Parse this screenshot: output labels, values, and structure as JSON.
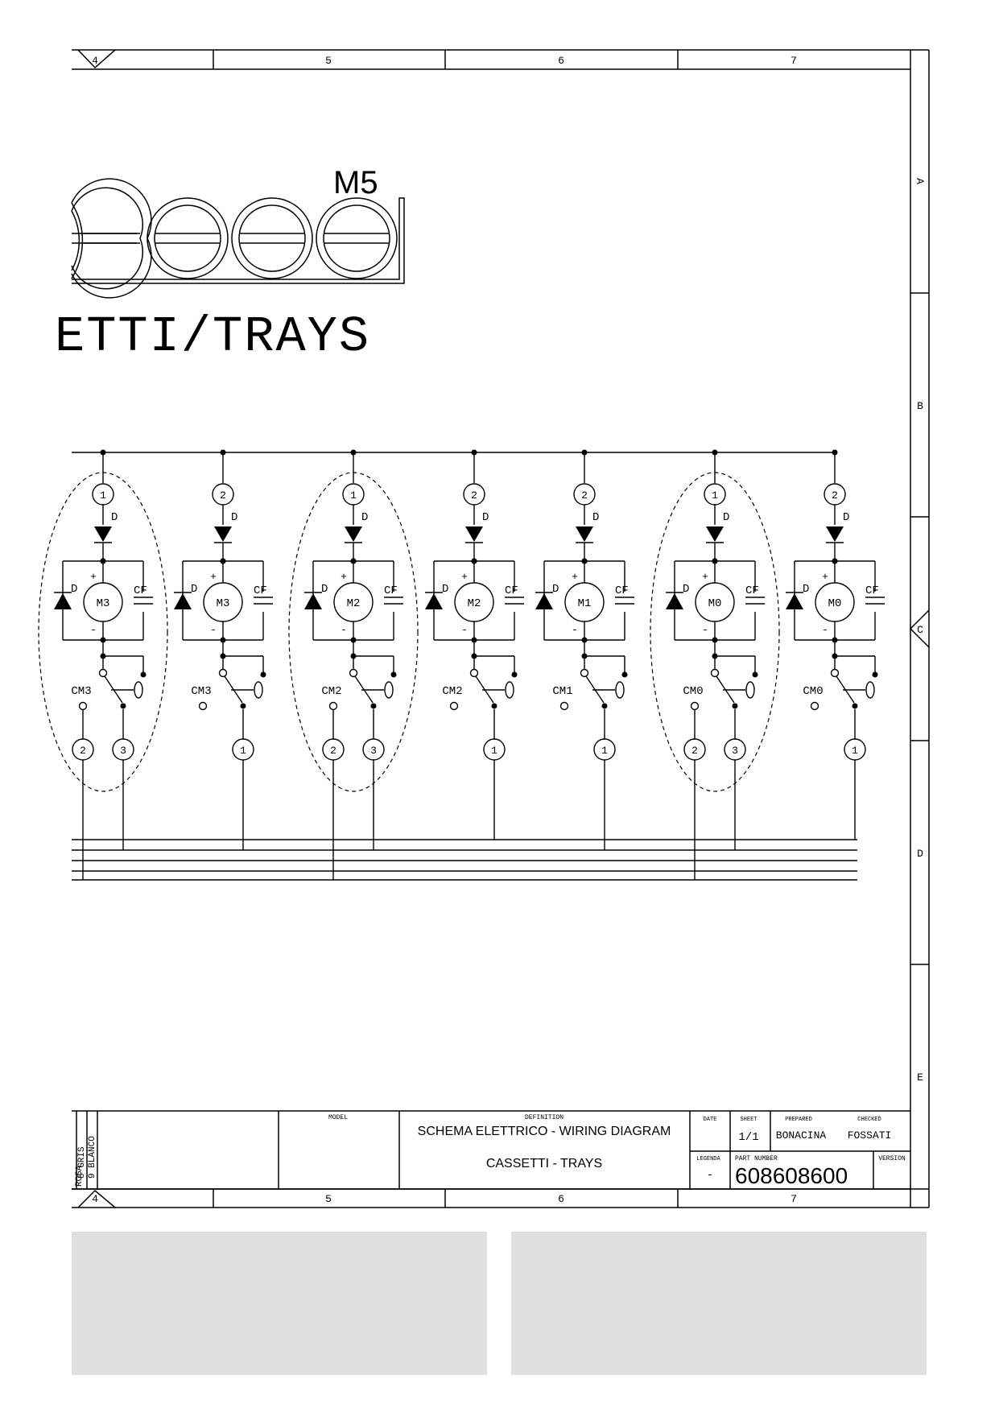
{
  "frame": {
    "col_labels": [
      "4",
      "5",
      "6",
      "7"
    ],
    "row_labels": [
      "A",
      "B",
      "C",
      "D",
      "E"
    ]
  },
  "drawing": {
    "motor_label": "M5",
    "title_fragment": "ETTI/TRAYS"
  },
  "circuit": {
    "units": [
      {
        "pin": "1",
        "motor": "M3",
        "switch": "CM3",
        "outs": [
          "2",
          "3"
        ],
        "highlighted": true
      },
      {
        "pin": "2",
        "motor": "M3",
        "switch": "CM3",
        "outs": [
          "1"
        ],
        "highlighted": false
      },
      {
        "pin": "1",
        "motor": "M2",
        "switch": "CM2",
        "outs": [
          "2",
          "3"
        ],
        "highlighted": true
      },
      {
        "pin": "2",
        "motor": "M2",
        "switch": "CM2",
        "outs": [
          "1"
        ],
        "highlighted": false
      },
      {
        "pin": "2",
        "motor": "M1",
        "switch": "CM1",
        "outs": [
          "1"
        ],
        "highlighted": false
      },
      {
        "pin": "1",
        "motor": "M0",
        "switch": "CM0",
        "outs": [
          "2",
          "3"
        ],
        "highlighted": true
      },
      {
        "pin": "2",
        "motor": "M0",
        "switch": "CM0",
        "outs": [
          "1"
        ],
        "highlighted": false
      }
    ],
    "diode_label": "D",
    "cap_label": "CF",
    "plus": "+",
    "minus": "-"
  },
  "title_block": {
    "colors": [
      "ROSA",
      "8 GRIS",
      "9 BLANCO"
    ],
    "model_label": "MODEL",
    "definition_label": "DEFINITION",
    "definition_line1": "SCHEMA ELETTRICO - WIRING DIAGRAM",
    "definition_line2": "CASSETTI - TRAYS",
    "date_label": "DATE",
    "sheet_label": "SHEET",
    "sheet_value": "1/1",
    "prepared_label": "PREPARED",
    "prepared_value": "BONACINA",
    "checked_label": "CHECKED",
    "checked_value": "FOSSATI",
    "legenda_label": "LEGENDA",
    "legenda_value": "-",
    "part_number_label": "PART NUMBER",
    "part_number_value": "608608600",
    "version_label": "VERSION"
  }
}
